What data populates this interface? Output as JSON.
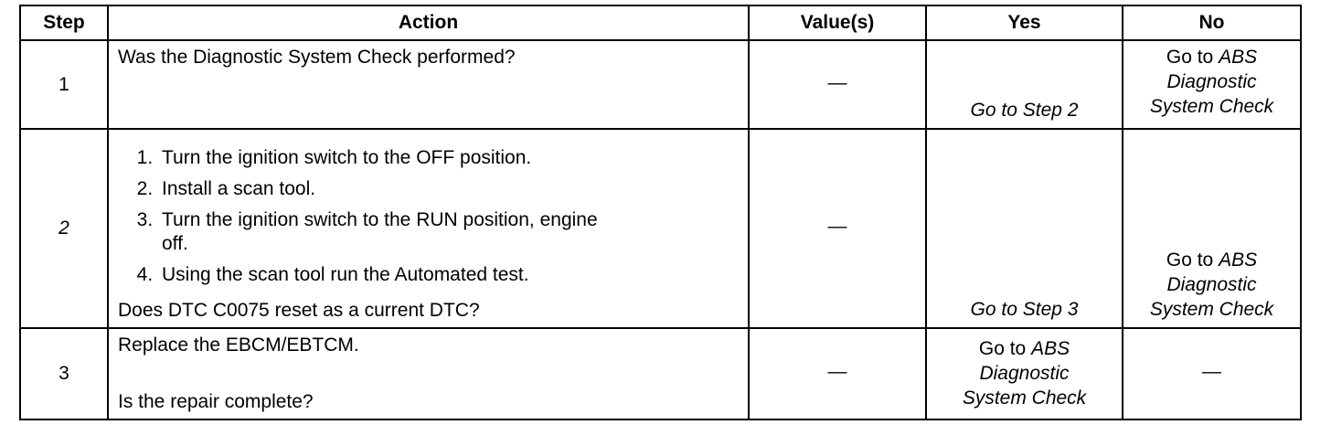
{
  "headers": {
    "step": "Step",
    "action": "Action",
    "values": "Value(s)",
    "yes": "Yes",
    "no": "No"
  },
  "rows": [
    {
      "step": "1",
      "question": "Was the Diagnostic System Check performed?",
      "value": "—",
      "yes": "Go to Step 2",
      "no": {
        "prefix": "Go to",
        "ref": "ABS",
        "line2": "Diagnostic",
        "line3": "System Check"
      }
    },
    {
      "step": "2",
      "steps": [
        "Turn the ignition switch to the OFF position.",
        "Install a scan tool.",
        "Turn the ignition switch to the RUN position, engine off.",
        "Using the scan tool run the Automated test."
      ],
      "question": "Does DTC C0075 reset as a current DTC?",
      "value": "—",
      "yes": "Go to Step 3",
      "no": {
        "prefix": "Go to",
        "ref": "ABS",
        "line2": "Diagnostic",
        "line3": "System Check"
      }
    },
    {
      "step": "3",
      "instruction": "Replace the EBCM/EBTCM.",
      "question": "Is the repair complete?",
      "value": "—",
      "yes": {
        "prefix": "Go to",
        "ref": "ABS",
        "line2": "Diagnostic",
        "line3": "System Check"
      },
      "no": "—"
    }
  ]
}
